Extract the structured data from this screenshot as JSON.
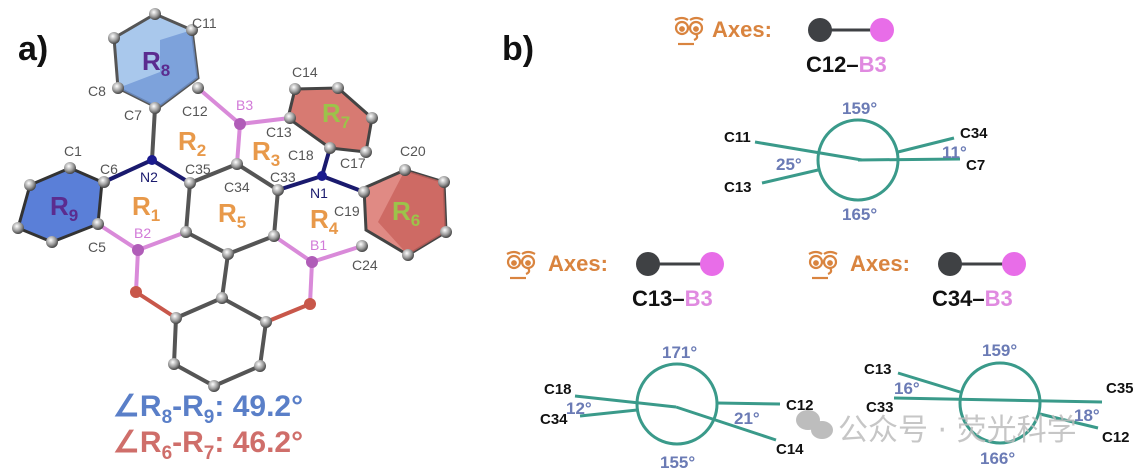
{
  "panel_a": {
    "label": "a)",
    "atoms": [
      "C11",
      "C8",
      "C7",
      "C12",
      "B3",
      "C14",
      "C13",
      "C18",
      "C17",
      "C20",
      "C1",
      "C6",
      "N2",
      "C35",
      "C34",
      "C33",
      "N1",
      "C19",
      "C5",
      "B2",
      "B1",
      "C24"
    ],
    "rings": [
      {
        "id": "R8",
        "base": "R",
        "sub": "8",
        "color": "#5b2c8f"
      },
      {
        "id": "R7",
        "base": "R",
        "sub": "7",
        "color": "#9cc34a"
      },
      {
        "id": "R2",
        "base": "R",
        "sub": "2",
        "color": "#e8994a"
      },
      {
        "id": "R3",
        "base": "R",
        "sub": "3",
        "color": "#e8994a"
      },
      {
        "id": "R9",
        "base": "R",
        "sub": "9",
        "color": "#5b2c8f"
      },
      {
        "id": "R1",
        "base": "R",
        "sub": "1",
        "color": "#e8994a"
      },
      {
        "id": "R5",
        "base": "R",
        "sub": "5",
        "color": "#e8994a"
      },
      {
        "id": "R4",
        "base": "R",
        "sub": "4",
        "color": "#e8994a"
      },
      {
        "id": "R6",
        "base": "R",
        "sub": "6",
        "color": "#9cc34a"
      }
    ],
    "dihedrals": [
      {
        "prefix": "∠R",
        "s1": "8",
        "mid": "-R",
        "s2": "9",
        "value": ": 49.2°",
        "color": "#5a7fc8"
      },
      {
        "prefix": "∠R",
        "s1": "6",
        "mid": "-R",
        "s2": "7",
        "value": ": 46.2°",
        "color": "#cf6e6a"
      }
    ]
  },
  "panel_b": {
    "label": "b)",
    "axes_label": "Axes:",
    "colors": {
      "carbon": "#3f4144",
      "boron": "#e86de8",
      "circle": "#3a9a8a",
      "angle": "#6b7bb5",
      "axes": "#d9843f"
    },
    "projections": [
      {
        "bond_c": "C12",
        "dash": "–",
        "bond_b": "B3",
        "front_left": "C11",
        "back_left": "C13",
        "front_right": "C7",
        "back_right": "C34",
        "top_angle": "159°",
        "bottom_angle": "165°",
        "left_angle": "25°",
        "right_angle": "11°"
      },
      {
        "bond_c": "C13",
        "dash": "–",
        "bond_b": "B3",
        "front_left": "C18",
        "back_left": "C34",
        "front_right": "C14",
        "back_right": "C12",
        "top_angle": "171°",
        "bottom_angle": "155°",
        "left_angle": "12°",
        "right_angle": "21°"
      },
      {
        "bond_c": "C34",
        "dash": "–",
        "bond_b": "B3",
        "front_left": "C33",
        "back_left": "C13",
        "front_right": "C35",
        "back_right": "C12",
        "top_angle": "159°",
        "bottom_angle": "166°",
        "left_angle": "16°",
        "right_angle": "18°"
      }
    ]
  },
  "watermark": {
    "text": "公众号 · 荧光科学"
  }
}
